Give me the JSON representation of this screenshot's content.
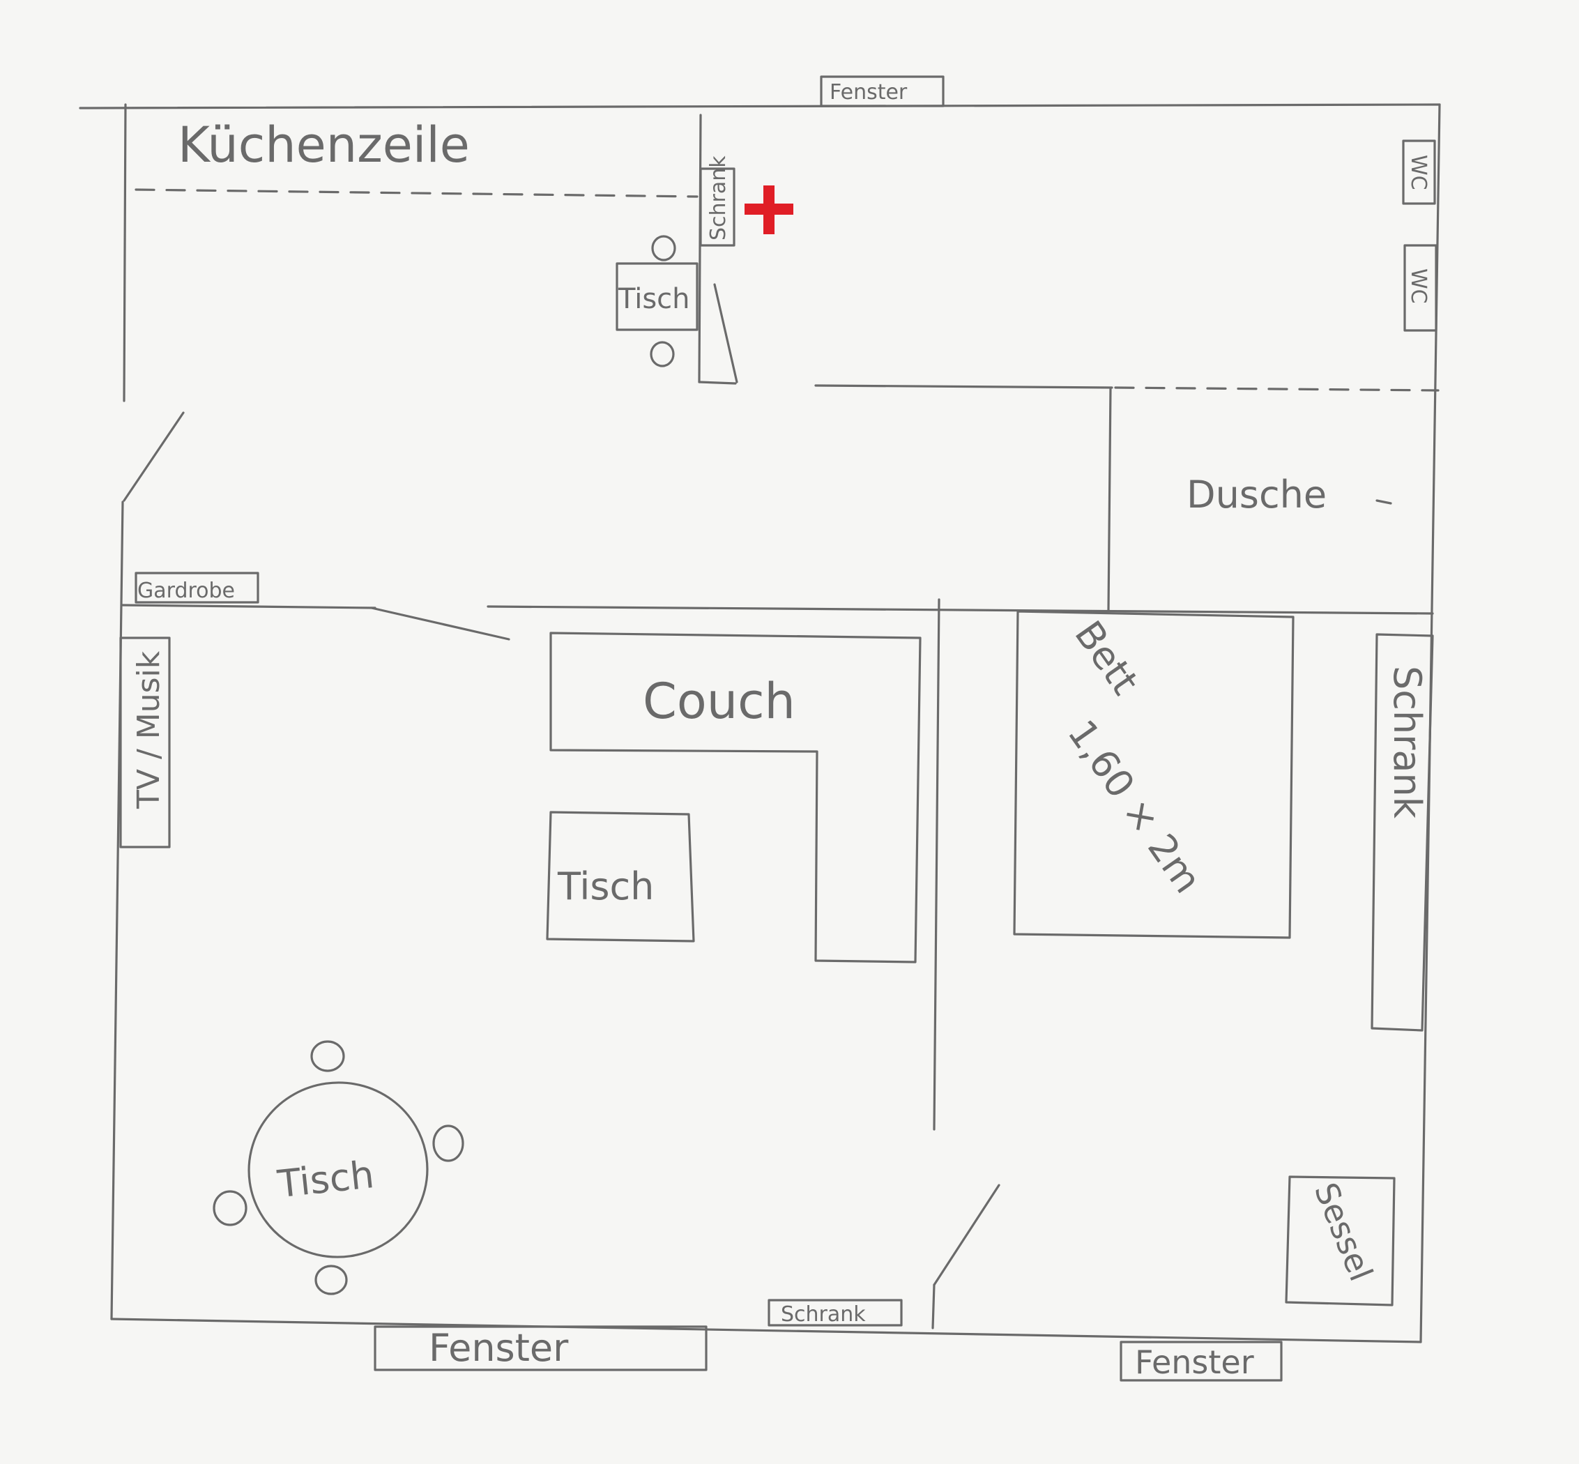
{
  "labels": {
    "kuechenzeile": "Küchenzeile",
    "fenster_top": "Fenster",
    "fenster_bottom_left": "Fenster",
    "fenster_bottom_right": "Fenster",
    "schrank_kitchen": "Schrank",
    "schrank_bedroom": "Schrank",
    "schrank_bottom": "Schrank",
    "tisch_kitchen": "Tisch",
    "tisch_living": "Tisch",
    "tisch_dining": "Tisch",
    "wc": "WC",
    "dusche": "Dusche",
    "garderobe": "Gardrobe",
    "tv_musik": "TV / Musik",
    "couch": "Couch",
    "bett": "Bett",
    "bett_size": "1,60 × 2m",
    "sessel": "Sessel"
  },
  "colors": {
    "pencil": "#6a6a6a",
    "marker": "#e01e26",
    "paper": "#f6f6f4"
  },
  "icons": {
    "marker": "red-plus-icon",
    "chair": "chair-circle-icon"
  }
}
